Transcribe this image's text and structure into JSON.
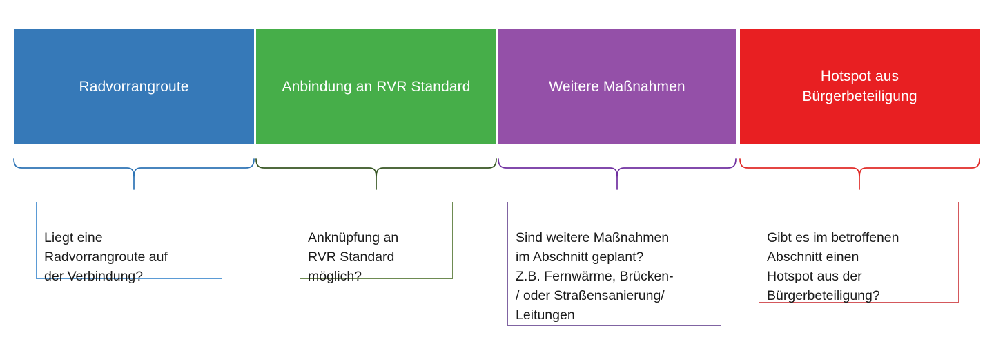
{
  "diagram": {
    "title_text": "",
    "columns": [
      {
        "id": "radvorrangroute",
        "header_label": "Radvorrangroute",
        "question_text": "Liegt eine\nRadvorrangroute auf\nder Verbindung?",
        "fill_color": "#3679B8",
        "border_color": "#4A90C4",
        "brace_color": "#2E74B5",
        "box_border_color": "#5B9BD5"
      },
      {
        "id": "anbindung-rvr-standard",
        "header_label": "Anbindung an RVR Standard",
        "question_text": "Anknüpfung an\nRVR Standard\nmöglich?",
        "fill_color": "#46AE49",
        "border_color": "#5FB861",
        "brace_color": "#375623",
        "box_border_color": "#6E8B52"
      },
      {
        "id": "weitere-massnahmen",
        "header_label": "Weitere Maßnahmen",
        "question_text": "Sind weitere Maßnahmen\nim Abschnitt geplant?\nZ.B. Fernwärme, Brücken-\n/ oder Straßensanierung/\nLeitungen",
        "fill_color": "#9450A8",
        "border_color": "#A566B5",
        "brace_color": "#7030A0",
        "box_border_color": "#8064A2"
      },
      {
        "id": "hotspot-buergerbeteiligung",
        "header_label": "Hotspot aus\nBürgerbeteiligung",
        "question_text": "Gibt es im betroffenen\nAbschnitt einen\nHotspot aus der\nBürgerbeteiligung?",
        "fill_color": "#E81F22",
        "border_color": "#E8413F",
        "brace_color": "#E02B28",
        "box_border_color": "#D4585C"
      }
    ]
  }
}
